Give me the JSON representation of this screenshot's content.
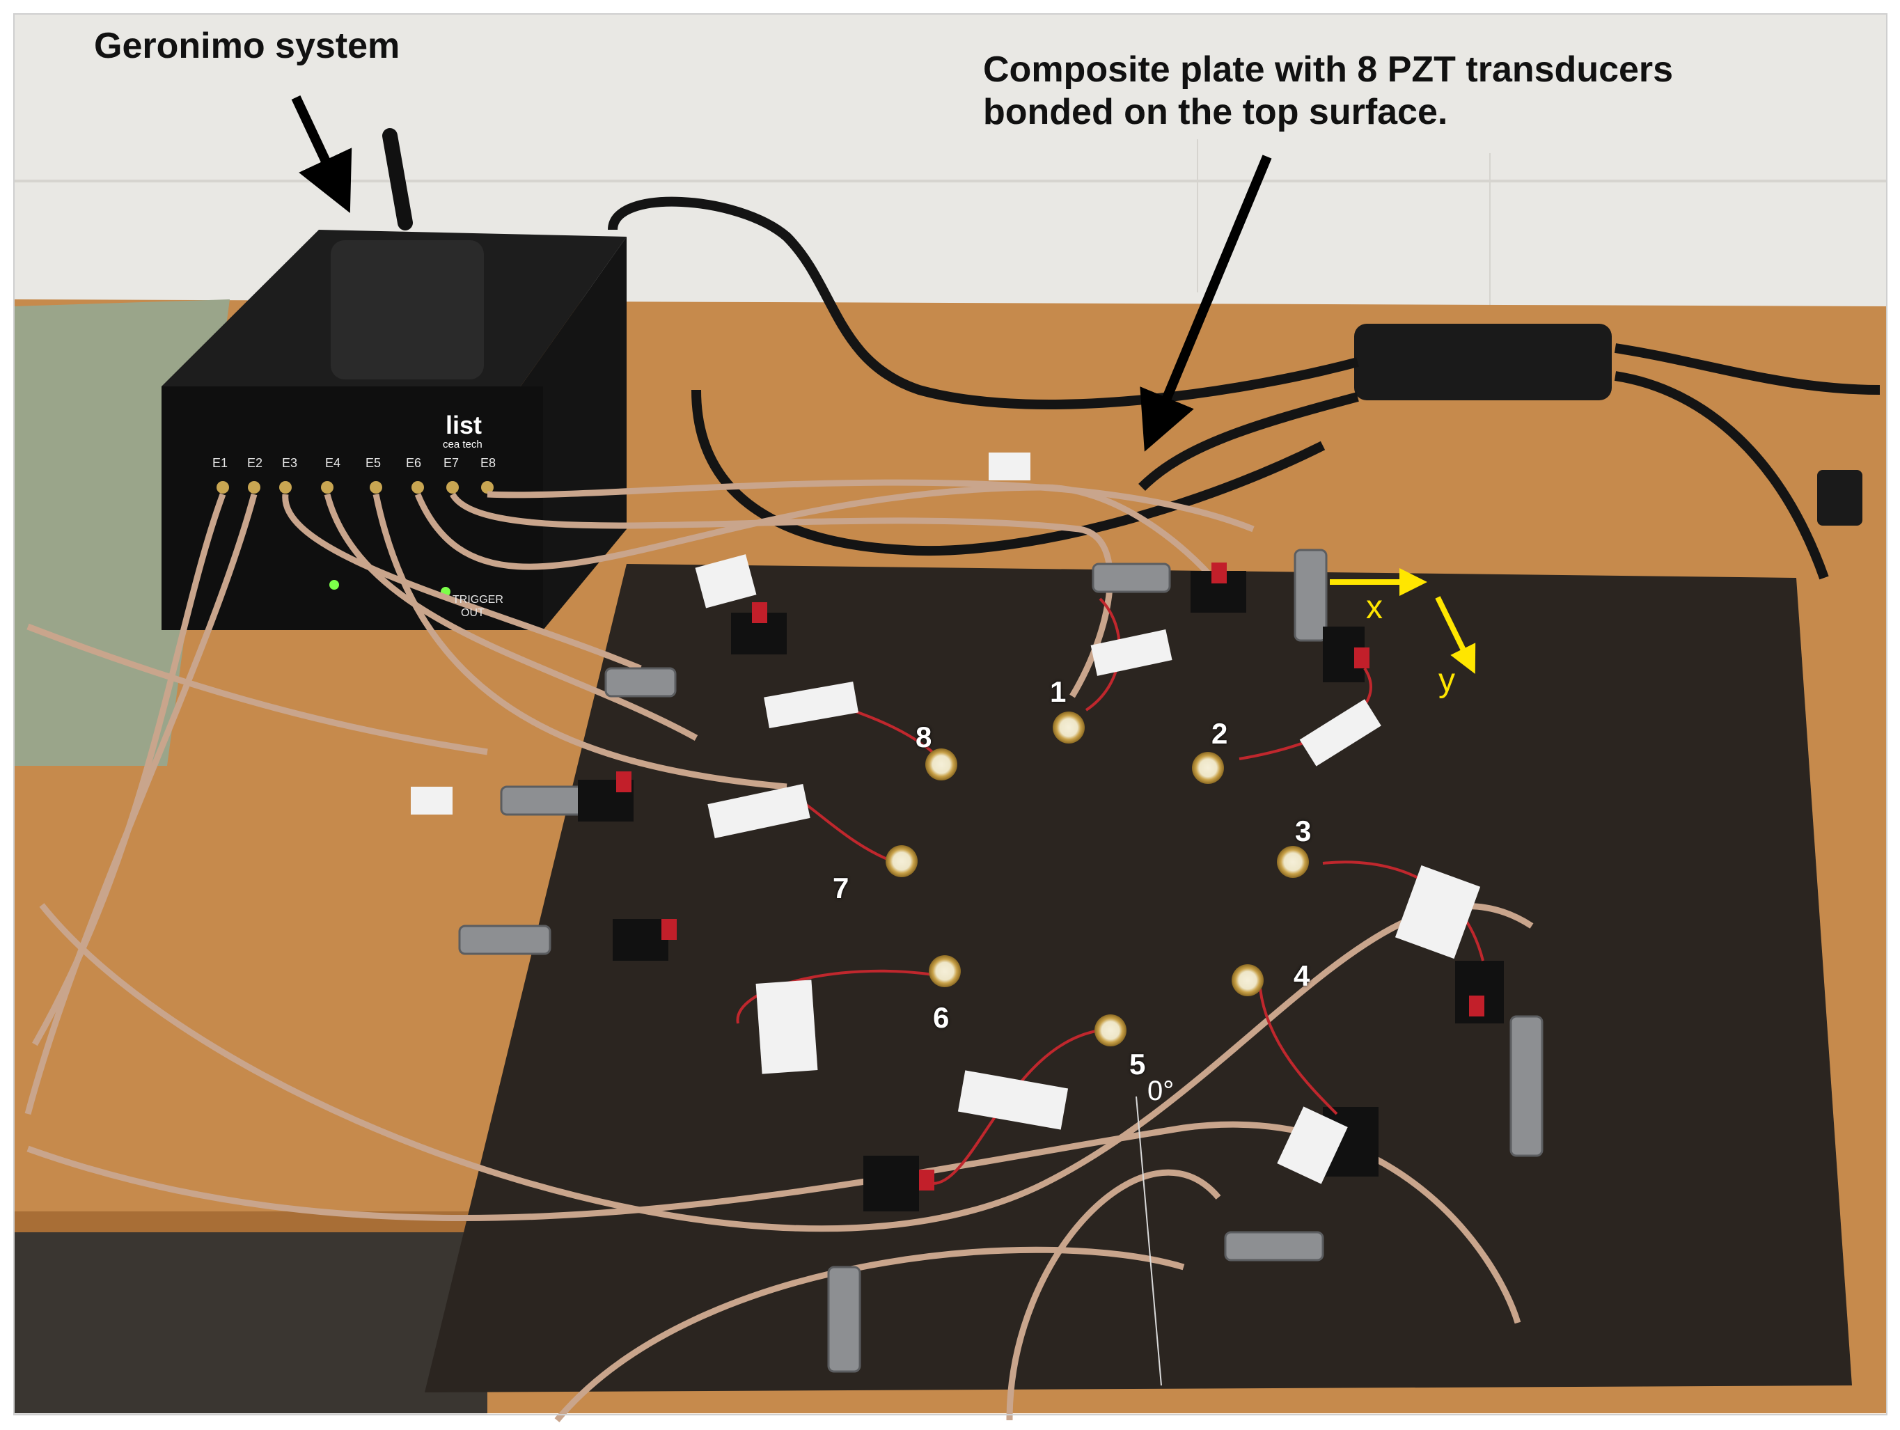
{
  "annotations": {
    "geronimo_label": "Geronimo system",
    "plate_label_line1": "Composite plate with 8 PZT transducers",
    "plate_label_line2": "bonded on the top surface."
  },
  "transducers": [
    {
      "label": "1"
    },
    {
      "label": "2"
    },
    {
      "label": "3"
    },
    {
      "label": "4"
    },
    {
      "label": "5"
    },
    {
      "label": "6"
    },
    {
      "label": "7"
    },
    {
      "label": "8"
    }
  ],
  "axes": {
    "x_label": "x",
    "y_label": "y",
    "color": "#ffe600"
  },
  "device": {
    "brand": "list",
    "brand_sub": "cea tech",
    "ports": [
      "E1",
      "E2",
      "E3",
      "E4",
      "E5",
      "E6",
      "E7",
      "E8"
    ],
    "trigger_line1": "TRIGGER",
    "trigger_line2": "OUT"
  },
  "plate_mark": "0°",
  "colors": {
    "table": "#c98a4b",
    "plate": "#2b2520",
    "wall": "#eceae6",
    "cable": "#c9a58c",
    "arrow": "#000000"
  }
}
